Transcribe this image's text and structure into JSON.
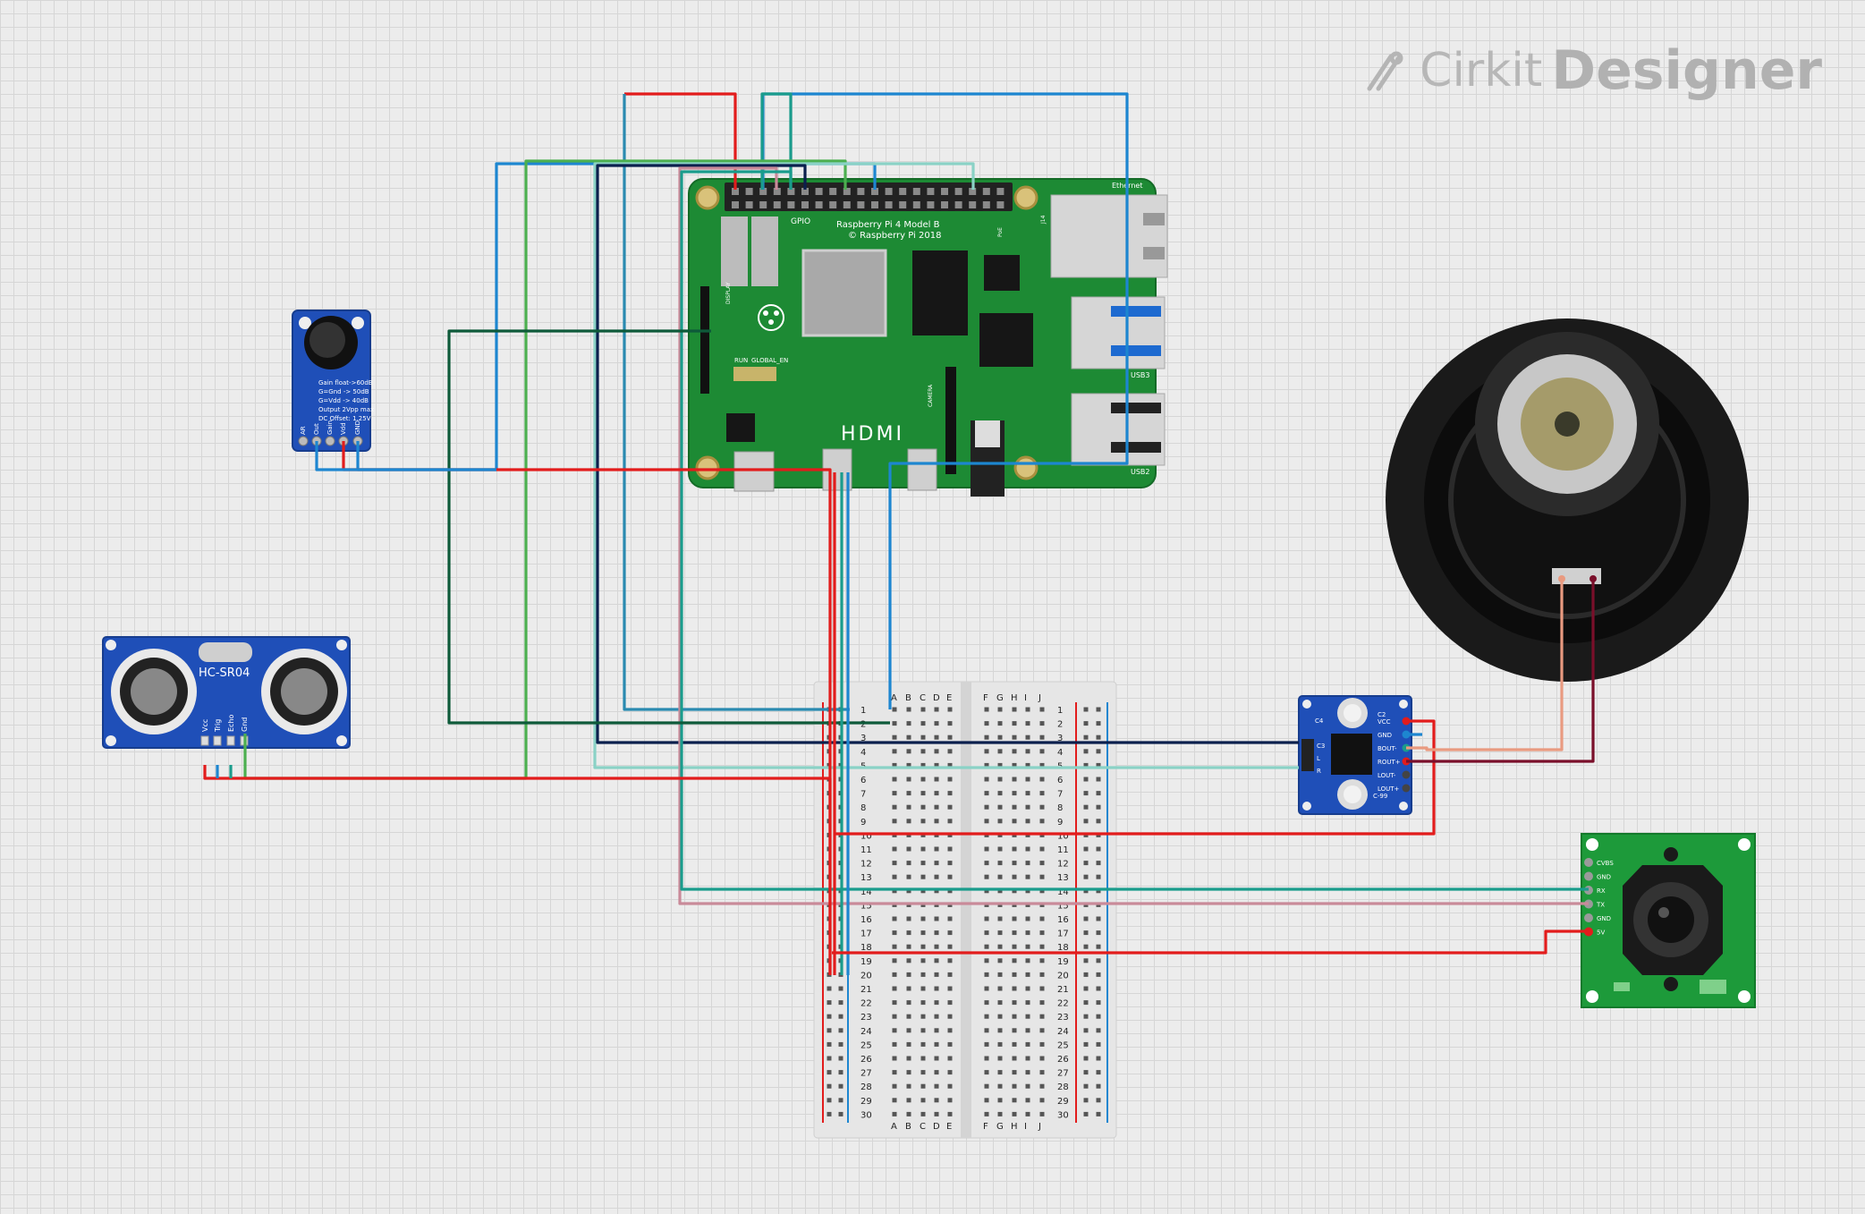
{
  "brand": {
    "name": "Cirkit",
    "product": "Designer",
    "icon": "cirkit-logo-icon"
  },
  "rpi": {
    "model_line1": "Raspberry Pi 4 Model B",
    "model_line2": "© Raspberry Pi 2018",
    "gpio_label": "GPIO",
    "hdmi_label": "HDMI",
    "ethernet_label": "Ethernet",
    "usb3_label": "USB3",
    "usb2_label": "USB2",
    "run_label": "RUN",
    "global_en_label": "GLOBAL_EN",
    "display_label": "DISPLAY",
    "camera_label": "CAMERA",
    "poe_label": "PoE",
    "j14_label": "J14"
  },
  "mic": {
    "notes": [
      "Gain float->60dB",
      "G=Gnd -> 50dB",
      "G=Vdd -> 40dB",
      "Output 2Vpp max",
      "DC Offset: 1.25V"
    ],
    "pins": [
      "AR",
      "Out",
      "Gain",
      "Vdd",
      "GND"
    ]
  },
  "ultrasonic": {
    "title": "HC-SR04",
    "pins": [
      "Vcc",
      "Trig",
      "Echo",
      "Gnd"
    ]
  },
  "amp": {
    "left_pins": [
      "C3",
      "L",
      "R"
    ],
    "right_pins": [
      "VCC",
      "GND",
      "BOUT-",
      "ROUT+",
      "LOUT-",
      "LOUT+"
    ],
    "labels": [
      "C2",
      "C4",
      "C-99"
    ]
  },
  "camera": {
    "pins": [
      "CVBS",
      "GND",
      "RX",
      "TX",
      "GND",
      "5V"
    ]
  },
  "breadboard": {
    "left_cols": [
      "A",
      "B",
      "C",
      "D",
      "E"
    ],
    "right_cols": [
      "F",
      "G",
      "H",
      "I",
      "J"
    ],
    "rows": [
      "1",
      "2",
      "3",
      "4",
      "5",
      "6",
      "7",
      "8",
      "9",
      "10",
      "11",
      "12",
      "13",
      "14",
      "15",
      "16",
      "17",
      "18",
      "19",
      "20",
      "21",
      "22",
      "23",
      "24",
      "25",
      "26",
      "27",
      "28",
      "29",
      "30"
    ]
  },
  "colors": {
    "board_green": "#1d8a34",
    "wire_red": "#e21c1c",
    "wire_blue": "#1d86d0",
    "wire_teal": "#1a9c8c",
    "wire_green": "#4caf50",
    "wire_darkgreen": "#0e5a3a",
    "wire_navy": "#0b1f4d",
    "wire_pink": "#c98a99",
    "wire_mint": "#8ad2c6",
    "wire_salmon": "#e99a80",
    "wire_maroon": "#7a0f2a"
  }
}
